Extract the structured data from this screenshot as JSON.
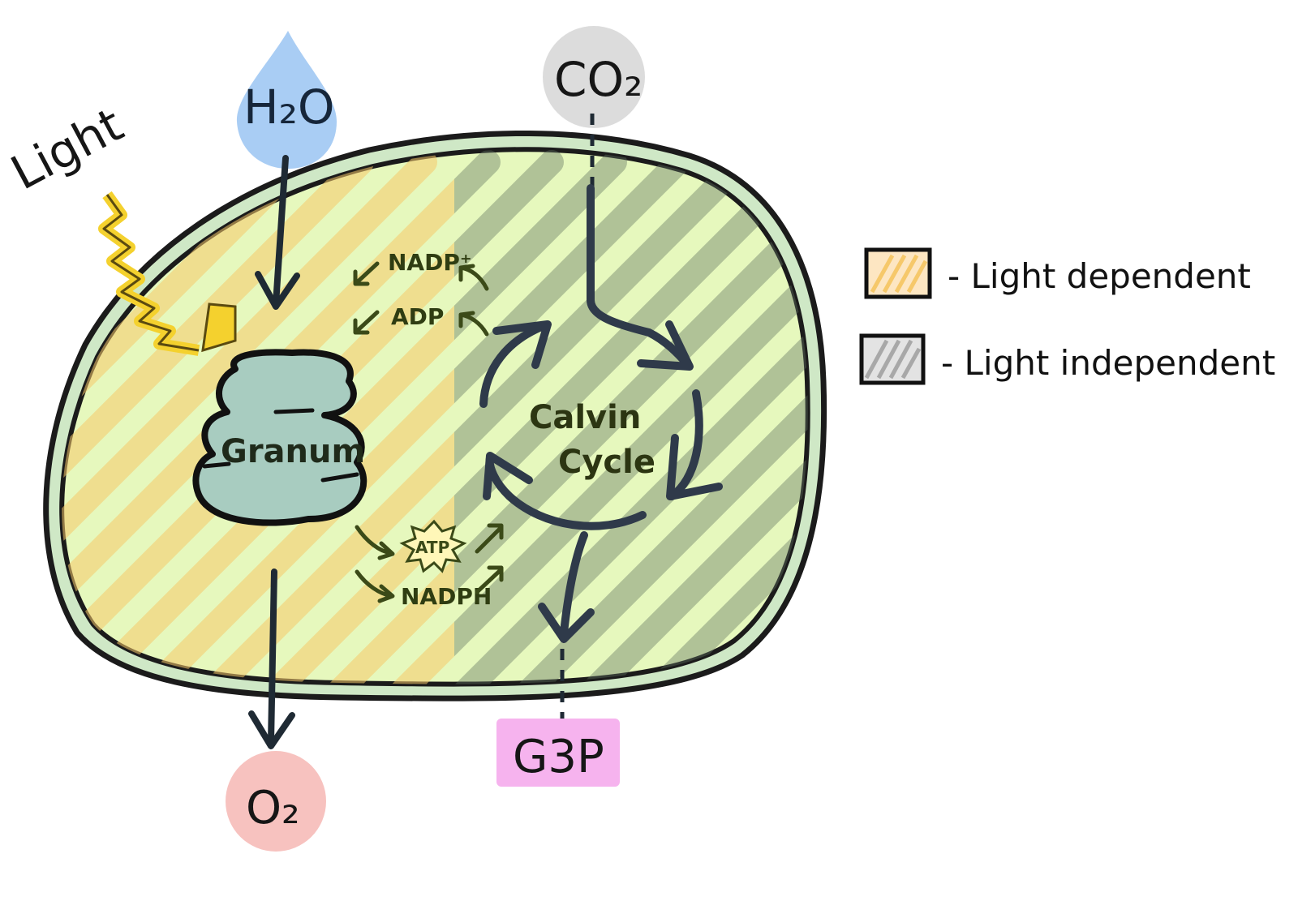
{
  "inputs": {
    "water": "H₂O",
    "light": "Light",
    "carbon_dioxide": "CO₂"
  },
  "outputs": {
    "oxygen": "O₂",
    "sugar": "G3P"
  },
  "structures": {
    "granum": "Granum",
    "calvin_line1": "Calvin",
    "calvin_line2": "Cycle"
  },
  "molecules": {
    "nadp_plus": "NADP⁺",
    "adp": "ADP",
    "atp": "ATP",
    "nadph": "NADPH"
  },
  "legend": {
    "light_dependent": "- Light dependent",
    "light_independent": "- Light independent"
  },
  "colors": {
    "chloroplast_fill": "#e6f8bd",
    "membrane": "#cfe8c6",
    "light_dependent_hatch": "#f6c86a",
    "light_independent_hatch": "#5f7060",
    "water_drop": "#a9cdf4",
    "co2_circle": "#dcdcdc",
    "o2_circle": "#f7c2bf",
    "g3p_box": "#f6b3ee",
    "granum_fill": "#a8ccc0",
    "dark_arrow": "#2f3a4a"
  }
}
